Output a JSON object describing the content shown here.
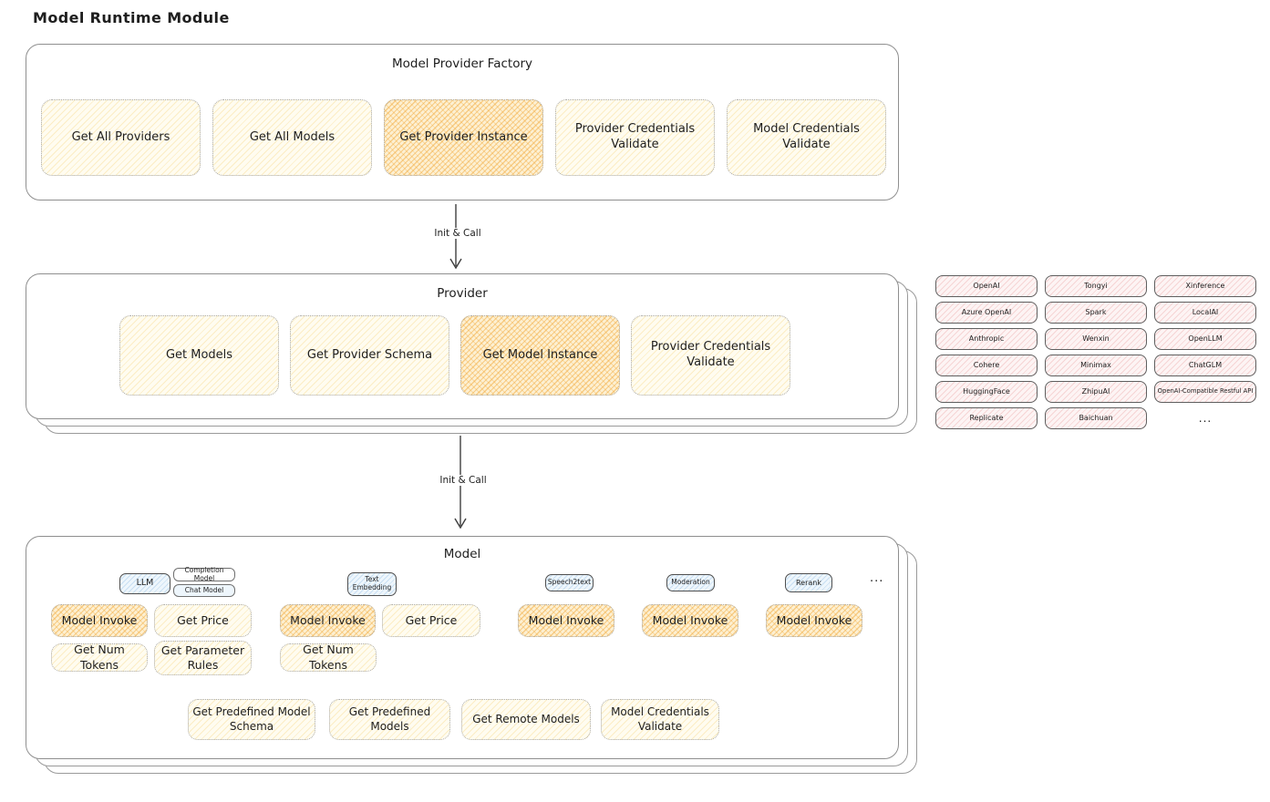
{
  "title": "Model Runtime Module",
  "arrows": {
    "first": "Init & Call",
    "second": "Init & Call"
  },
  "factory": {
    "title": "Model Provider Factory",
    "items": [
      {
        "label": "Get All Providers",
        "highlight": false
      },
      {
        "label": "Get All Models",
        "highlight": false
      },
      {
        "label": "Get Provider Instance",
        "highlight": true
      },
      {
        "label": "Provider Credentials Validate",
        "highlight": false
      },
      {
        "label": "Model Credentials Validate",
        "highlight": false
      }
    ]
  },
  "provider": {
    "title": "Provider",
    "items": [
      {
        "label": "Get Models",
        "highlight": false
      },
      {
        "label": "Get Provider Schema",
        "highlight": false
      },
      {
        "label": "Get Model Instance",
        "highlight": true
      },
      {
        "label": "Provider Credentials Validate",
        "highlight": false
      }
    ]
  },
  "providers": {
    "items": [
      "OpenAI",
      "Tongyi",
      "Xinference",
      "Azure OpenAI",
      "Spark",
      "LocalAI",
      "Anthropic",
      "Wenxin",
      "OpenLLM",
      "Cohere",
      "Minimax",
      "ChatGLM",
      "HuggingFace",
      "ZhipuAI",
      "OpenAI-Compatible Restful API",
      "Replicate",
      "Baichuan",
      "..."
    ]
  },
  "model": {
    "title": "Model",
    "tabs": [
      {
        "label": "LLM"
      },
      {
        "label": "Completion Model"
      },
      {
        "label": "Chat Model"
      },
      {
        "label": "Text Embedding"
      },
      {
        "label": "Speech2text"
      },
      {
        "label": "Moderation"
      },
      {
        "label": "Rerank"
      },
      {
        "label": "..."
      }
    ],
    "functions": [
      {
        "label": "Model Invoke",
        "highlight": true
      },
      {
        "label": "Get Price",
        "highlight": false
      },
      {
        "label": "Model Invoke",
        "highlight": true
      },
      {
        "label": "Get Price",
        "highlight": false
      },
      {
        "label": "Model Invoke",
        "highlight": true
      },
      {
        "label": "Model Invoke",
        "highlight": true
      },
      {
        "label": "Model Invoke",
        "highlight": true
      },
      {
        "label": "Get Num Tokens",
        "highlight": false
      },
      {
        "label": "Get Parameter Rules",
        "highlight": false
      },
      {
        "label": "Get Num Tokens",
        "highlight": false
      }
    ],
    "bottom": [
      {
        "label": "Get Predefined Model Schema"
      },
      {
        "label": "Get Predefined Models"
      },
      {
        "label": "Get Remote Models"
      },
      {
        "label": "Model Credentials Validate"
      }
    ]
  },
  "colors": {
    "soft_fill": "#fffcf0",
    "highlight_fill": "#f9c97c",
    "pink_fill": "#fbecec",
    "blue_fill": "#dcedf9",
    "ink": "#1e1e1e",
    "border_gray": "#8f8f8f"
  }
}
